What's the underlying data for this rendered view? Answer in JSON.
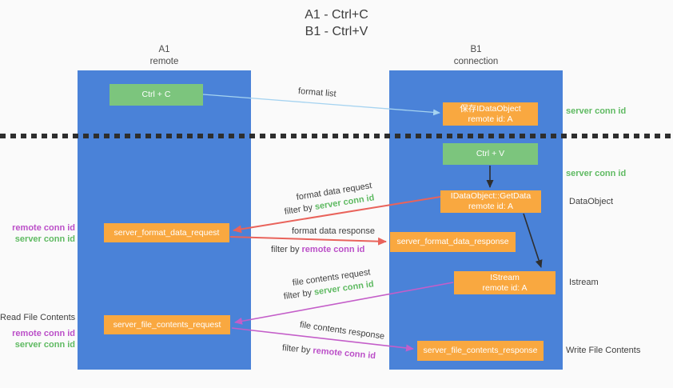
{
  "title": {
    "line1": "A1 - Ctrl+C",
    "line2": "B1 - Ctrl+V"
  },
  "columns": {
    "a1": {
      "name": "A1",
      "subtitle": "remote"
    },
    "b1": {
      "name": "B1",
      "subtitle": "connection"
    }
  },
  "nodes": {
    "ctrl_c": {
      "label": "Ctrl + C"
    },
    "save_dataobject": {
      "line1": "保存IDataObject",
      "line2": "remote id: A"
    },
    "ctrl_v": {
      "label": "Ctrl + V"
    },
    "getdata": {
      "line1": "IDataObject::GetData",
      "line2": "remote id: A"
    },
    "format_request": {
      "label": "server_format_data_request"
    },
    "format_response": {
      "label": "server_format_data_response"
    },
    "istream": {
      "line1": "IStream",
      "line2": "remote id: A"
    },
    "file_request": {
      "label": "server_file_contents_request"
    },
    "file_response": {
      "label": "server_file_contents_response"
    }
  },
  "arrow_labels": {
    "format_list": "format list",
    "format_data_request": "format data request",
    "format_data_response": "format data response",
    "file_contents_request": "file contents request",
    "file_contents_response": "file contents response",
    "filter_by": "filter by",
    "server_conn_id": "server conn id",
    "remote_conn_id": "remote conn id"
  },
  "side_labels": {
    "server_conn_id": "server conn id",
    "remote_conn_id": "remote conn id",
    "dataobject": "DataObject",
    "istream": "Istream",
    "read_file_contents": "Read File Contents",
    "write_file_contents": "Write File Contents"
  },
  "colors": {
    "background": "#fafafa",
    "column_blue": "#4a82d8",
    "node_green": "#7cc57d",
    "node_orange": "#f9a840",
    "accent_green": "#5fba62",
    "accent_magenta": "#bb4fc8",
    "arrow_blue": "#a5d3f0",
    "arrow_red": "#e9635b",
    "arrow_magenta": "#c45ec9",
    "arrow_black": "#2e2e2e",
    "text_dark": "#3f3f3f"
  }
}
